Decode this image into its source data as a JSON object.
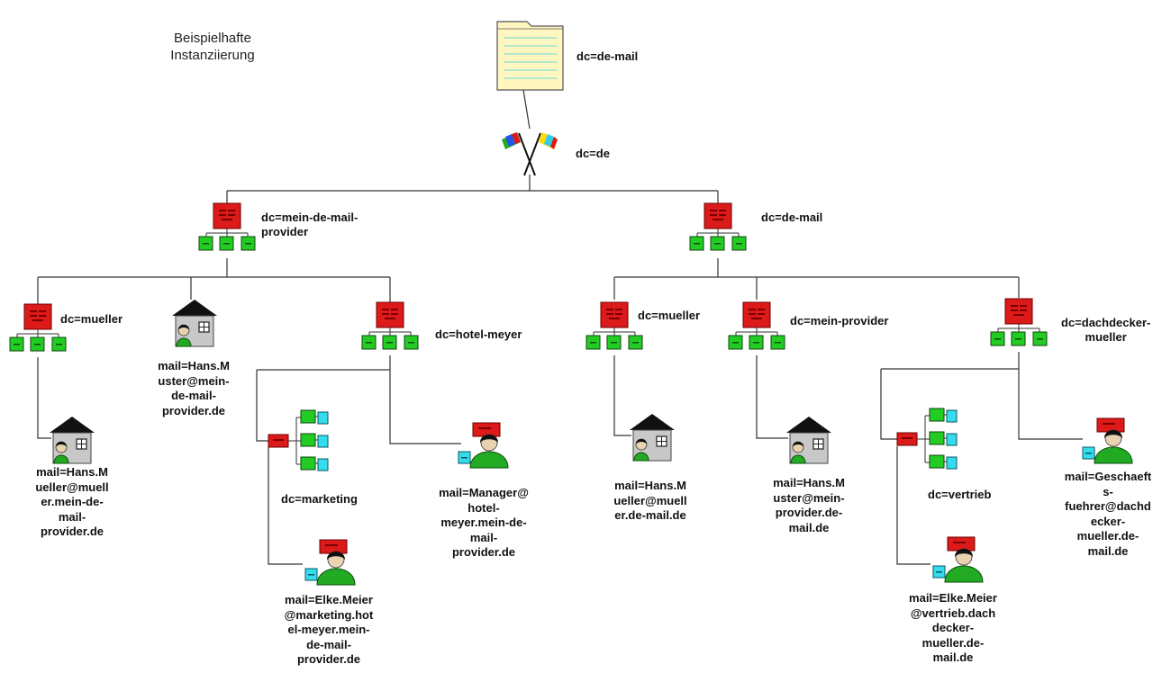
{
  "title": "Beispielhafte\nInstanziierung",
  "nodes": {
    "root": "dc=de-mail",
    "de": "dc=de",
    "provider": "dc=mein-de-mail-\nprovider",
    "demail": "dc=de-mail",
    "mueller1": "dc=mueller",
    "hotel": "dc=hotel-meyer",
    "mueller2": "dc=mueller",
    "meinprov": "dc=mein-provider",
    "dach": "dc=dachdecker-\nmueller",
    "marketing": "dc=marketing",
    "vertrieb": "dc=vertrieb"
  },
  "mails": {
    "m1": "mail=Hans.M\nuster@mein-\nde-mail-\nprovider.de",
    "m2": "mail=Hans.M\nueller@muell\ner.mein-de-\nmail-\nprovider.de",
    "m3": "mail=Manager@\nhotel-\nmeyer.mein-de-\nmail-\nprovider.de",
    "m4": "mail=Elke.Meier\n@marketing.hot\nel-meyer.mein-\nde-mail-\nprovider.de",
    "m5": "mail=Hans.M\nueller@muell\ner.de-mail.de",
    "m6": "mail=Hans.M\nuster@mein-\nprovider.de-\nmail.de",
    "m7": "mail=Geschaeft\ns-\nfuehrer@dachd\necker-\nmueller.de-\nmail.de",
    "m8": "mail=Elke.Meier\n@vertrieb.dach\ndecker-\nmueller.de-\nmail.de"
  },
  "icons": {
    "document": "document-icon",
    "flags": "flags-icon",
    "organization": "organization-icon",
    "house": "house-icon",
    "person": "person-icon",
    "org_unit": "org-unit-icon"
  },
  "colors": {
    "org_red": "#dd1a1a",
    "unit_green": "#22cc22",
    "unit_cyan": "#33ddee",
    "person_green": "#22aa22",
    "house_gray": "#c8c8c8",
    "doc_yellow": "#fff6c0"
  }
}
